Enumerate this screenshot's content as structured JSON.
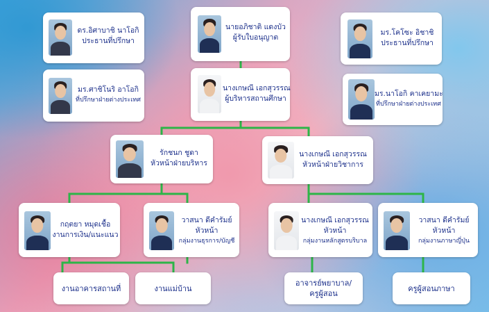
{
  "colors": {
    "connector": "#2db548",
    "text": "#1b2f8a"
  },
  "licensee": {
    "name": "นายอภิชาติ แดงบัว",
    "role": "ผู้รับใบอนุญาต"
  },
  "director": {
    "name": "นางเกษณี เอกสุวรรณ",
    "role": "ผู้บริหารสถานศึกษา"
  },
  "advisor_left_1": {
    "name": "ดร.อิศาบาชิ นาโอกิ",
    "role": "ประธานที่ปรึกษา"
  },
  "advisor_left_2": {
    "name": "มร.ศาชิโนริ อาโอกิ",
    "role": "ที่ปรึกษาฝ่ายต่างประเทศ"
  },
  "advisor_right_1": {
    "name": "มร.โคโซะ อิชาชิ",
    "role": "ประธานที่ปรึกษา"
  },
  "advisor_right_2": {
    "name": "มร.นาโอกิ คาเคยามะ",
    "role": "ที่ปรึกษาฝ่ายต่างประเทศ"
  },
  "admin_head": {
    "name": "รักชนก ชูดา",
    "role": "หัวหน้าฝ่ายบริหาร"
  },
  "academic_head": {
    "name": "นางเกษณี เอกสุวรรณ",
    "role": "หัวหน้าฝ่ายวิชาการ"
  },
  "finance": {
    "name": "กฤตยา หมุดเชื้อ",
    "role": "งานการเงิน/แนะแนว"
  },
  "general_affairs": {
    "name": "วาสนา ดีคำรัมย์",
    "role": "หัวหน้า",
    "sub": "กลุ่มงานธุรการ/บัญชี"
  },
  "curriculum": {
    "name": "นางเกษณี เอกสุวรรณ",
    "role": "หัวหน้า",
    "sub": "กลุ่มงานหลักสูตรบริบาล"
  },
  "japanese": {
    "name": "วาสนา ดีคำรัมย์",
    "role": "หัวหน้า",
    "sub": "กลุ่มงานภาษาญี่ปุ่น"
  },
  "boxes": {
    "building": "งานอาคารสถานที่",
    "housekeeping": "งานแม่บ้าน",
    "nursing": [
      "อาจารย์พยาบาล/",
      "ครูผู้สอน"
    ],
    "language_teacher": "ครูผู้สอนภาษา"
  }
}
